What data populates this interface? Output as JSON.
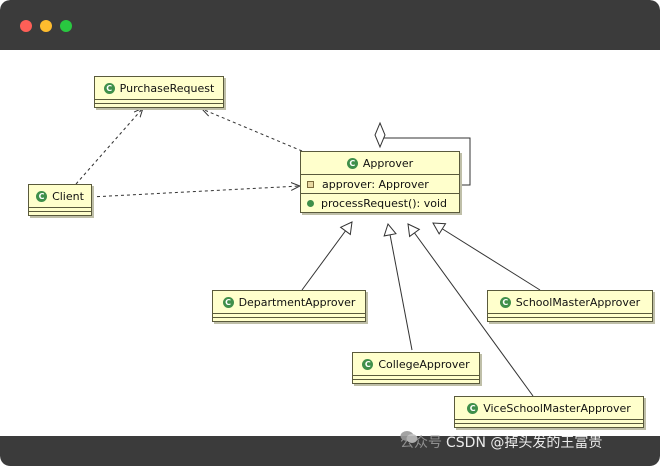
{
  "window": {
    "buttons": [
      "close",
      "minimize",
      "maximize"
    ]
  },
  "diagram": {
    "classes": {
      "purchase_request": "PurchaseRequest",
      "client": "Client",
      "approver": "Approver",
      "department_approver": "DepartmentApprover",
      "college_approver": "CollegeApprover",
      "vice_school_master_approver": "ViceSchoolMasterApprover",
      "school_master_approver": "SchoolMasterApprover"
    },
    "approver_members": {
      "field": "approver: Approver",
      "method": "processRequest(): void"
    },
    "class_icon_letter": "C"
  },
  "watermark": {
    "prefix": "公众号",
    "text": "CSDN @掉头发的王富贵"
  },
  "colors": {
    "class_fill": "#ffffcc",
    "class_border": "#5a5a3c",
    "class_icon": "#3f8f4a",
    "titlebar": "#3b3b3b"
  }
}
